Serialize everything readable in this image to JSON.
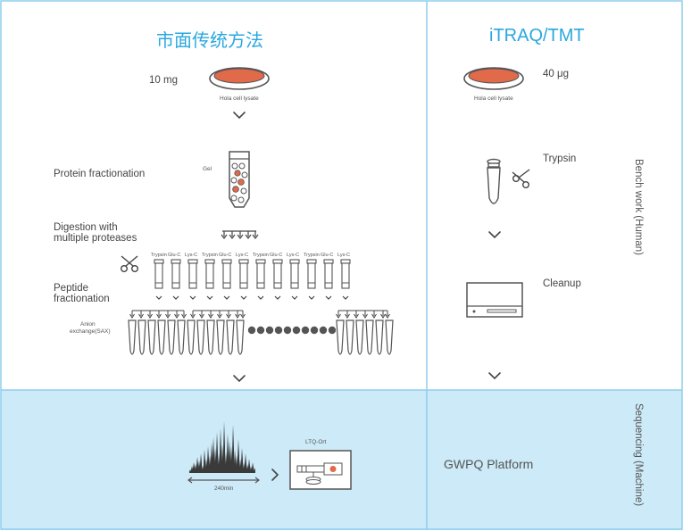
{
  "left_panel": {
    "title": "市面传统方法",
    "amount": "10 mg",
    "lysate_label": "Hola cell lysate",
    "step_protein": "Protein fractionation",
    "gel_label": "Gel",
    "step_digestion_line1": "Digestion with",
    "step_digestion_line2": "multiple proteases",
    "enzymes": [
      "Trypsin",
      "Glu-C",
      "Lys-C",
      "Trypsin",
      "Glu-C",
      "Lys-C",
      "Trypsin",
      "Glu-C",
      "Lys-C",
      "Trypsin",
      "Glu-C",
      "Lys-C"
    ],
    "step_peptide_line1": "Peptide",
    "step_peptide_line2": "fractionation",
    "anion_line1": "Anion",
    "anion_line2": "exchange(SAX)",
    "ms_label": "LTQ-Ort",
    "time_label": "240min"
  },
  "right_panel": {
    "title": "iTRAQ/TMT",
    "amount": "40 μg",
    "lysate_label": "Hola cell lysate",
    "step_trypsin": "Trypsin",
    "step_cleanup": "Cleanup",
    "platform": "GWPQ Platform"
  },
  "side_labels": {
    "bench": "Bench work (Human)",
    "sequencing": "Sequencing (Machine)"
  },
  "colors": {
    "accent_blue": "#29a8df",
    "machine_bg": "#cdeaf8",
    "dish_fill": "#e06a4a",
    "line_gray": "#555555"
  }
}
